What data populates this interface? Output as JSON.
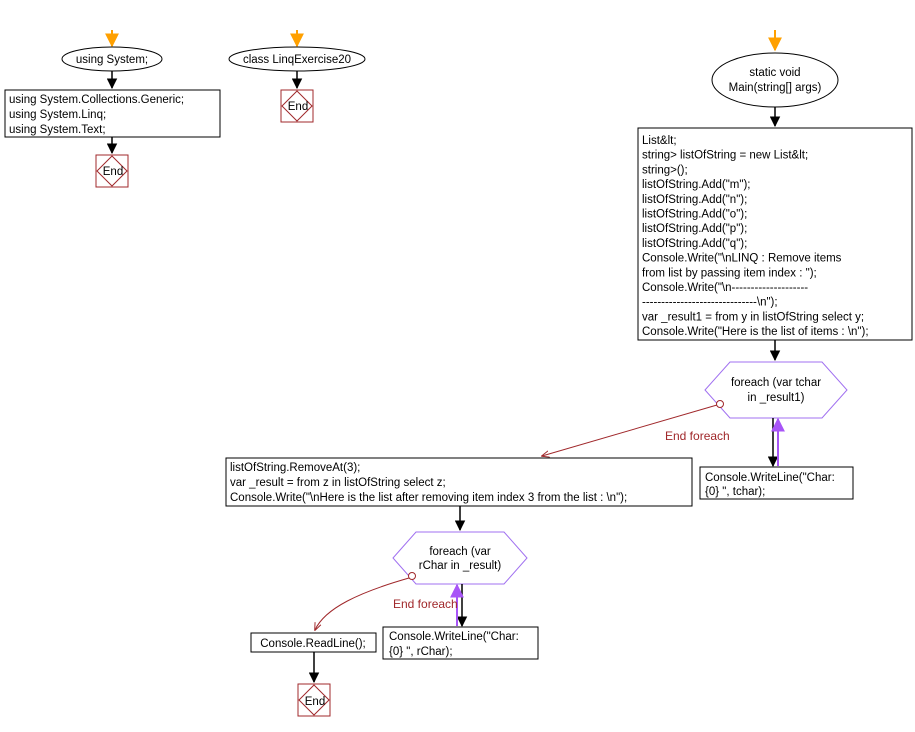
{
  "colors": {
    "box_stroke": "#000000",
    "end_stroke": "#a0282b",
    "loop_fill": "#ffffff",
    "loop_stroke": "#a070f0",
    "loop_back_arrow": "#a855f7",
    "entry_arrow": "#ffa000",
    "label_color": "#a0282b"
  },
  "flow1": {
    "start": "using System;",
    "body": [
      "using System.Collections.Generic;",
      "using System.Linq;",
      "using System.Text;"
    ],
    "end": "End"
  },
  "flow2": {
    "start": "class LinqExercise20",
    "end": "End"
  },
  "flow3": {
    "start": [
      "static void",
      "Main(string[] args)"
    ],
    "body": [
      "List&lt;",
      "string> listOfString = new List&lt;",
      "string>();",
      "listOfString.Add(\"m\");",
      "listOfString.Add(\"n\");",
      "listOfString.Add(\"o\");",
      "listOfString.Add(\"p\");",
      "listOfString.Add(\"q\");",
      "Console.Write(\"\\nLINQ : Remove items",
      "from list by passing item index  : \");",
      "Console.Write(\"\\n--------------------",
      "------------------------------\\n\");",
      "var _result1 = from y in listOfString select y;",
      "Console.Write(\"Here is the list of items : \\n\");"
    ],
    "loop1": [
      "foreach (var tchar",
      "in _result1)"
    ],
    "loop1_body": [
      "Console.WriteLine(\"Char:",
      "{0} \", tchar);"
    ],
    "loop1_exit": "End foreach",
    "after_loop1": [
      "listOfString.RemoveAt(3);",
      "var _result = from z in listOfString select z;",
      "Console.Write(\"\\nHere is the list after removing item index 3 from the list : \\n\");"
    ],
    "loop2": [
      "foreach (var",
      "rChar in _result)"
    ],
    "loop2_body": [
      "Console.WriteLine(\"Char:",
      "{0} \", rChar);"
    ],
    "loop2_exit": "End foreach",
    "final": "Console.ReadLine();",
    "end": "End"
  }
}
